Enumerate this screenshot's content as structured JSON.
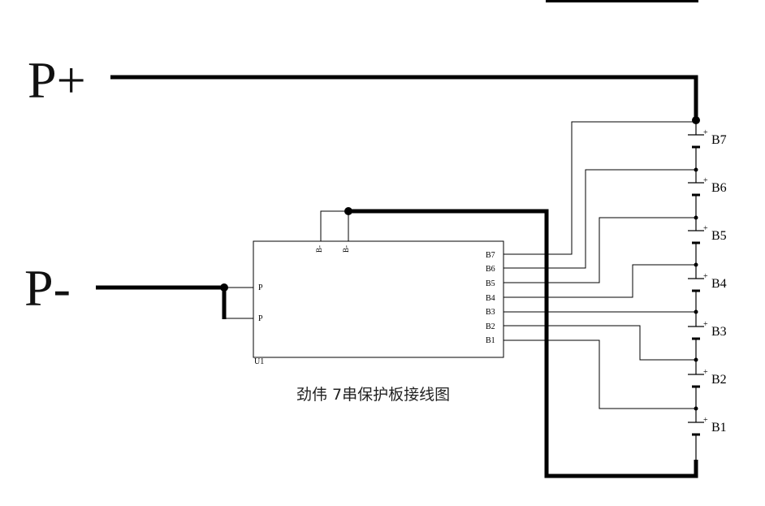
{
  "terminals": {
    "p_plus": "P+",
    "p_minus": "P-"
  },
  "board": {
    "designator": "U1",
    "left_pins": [
      "P",
      "P"
    ],
    "top_pins": [
      "B-",
      "B-"
    ],
    "right_pins": [
      "B7",
      "B6",
      "B5",
      "B4",
      "B3",
      "B2",
      "B1"
    ]
  },
  "cells": [
    "B7",
    "B6",
    "B5",
    "B4",
    "B3",
    "B2",
    "B1"
  ],
  "caption": "劲伟 7串保护板接线图"
}
